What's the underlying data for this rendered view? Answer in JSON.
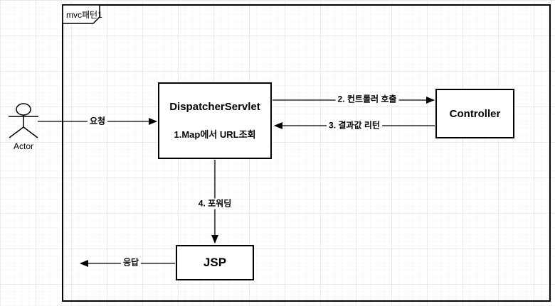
{
  "diagram": {
    "frame_title": "mvc패턴1",
    "actor_label": "Actor",
    "nodes": {
      "dispatcher_title": "DispatcherServlet",
      "dispatcher_subtitle": "1.Map에서 URL조회",
      "controller_label": "Controller",
      "jsp_label": "JSP"
    },
    "edges": {
      "request_label": "요청",
      "call_label": "2. 컨트롤러 호출",
      "return_label": "3. 결과값 리턴",
      "forward_label": "4. 포워딩",
      "response_label": "응답"
    },
    "colors": {
      "stroke": "#000000",
      "node_fill": "#ffffff",
      "grid_major": "#e9e9e9",
      "grid_minor": "#f7f7f7",
      "background": "#ffffff"
    }
  }
}
